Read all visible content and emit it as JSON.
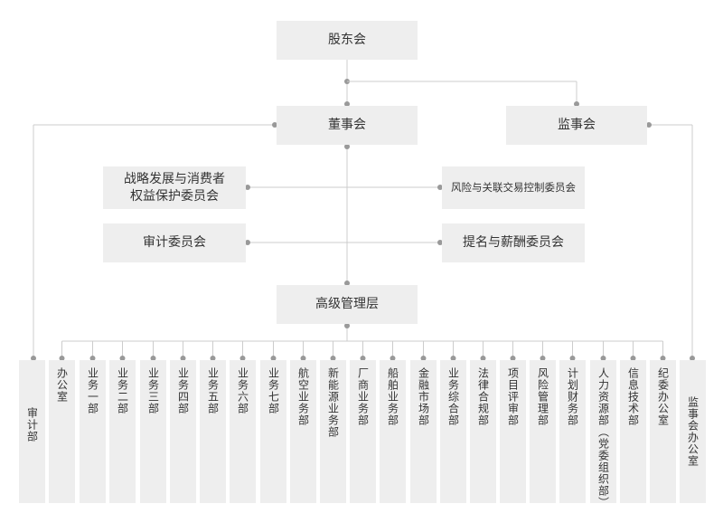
{
  "top": {
    "shareholders": "股东会",
    "board": "董事会",
    "supervisors": "监事会"
  },
  "committees": {
    "strategy_line1": "战略发展与消费者",
    "strategy_line2": "权益保护委员会",
    "risk": "风险与关联交易控制委员会",
    "audit": "审计委员会",
    "nomination": "提名与薪酬委员会"
  },
  "management": "高级管理层",
  "departments": [
    "审计部",
    "办公室",
    "业务一部",
    "业务二部",
    "业务三部",
    "业务四部",
    "业务五部",
    "业务六部",
    "业务七部",
    "航空业务部",
    "新能源业务部",
    "厂商业务部",
    "船舶业务部",
    "金融市场部",
    "业务综合部",
    "法律合规部",
    "项目评审部",
    "风险管理部",
    "计划财务部",
    "人力资源部（党委组织部）",
    "信息技术部",
    "纪委办公室",
    "监事会办公室"
  ],
  "colors": {
    "box": "#eeeeee",
    "line": "#cccccc",
    "dot": "#999999",
    "text": "#333333"
  }
}
